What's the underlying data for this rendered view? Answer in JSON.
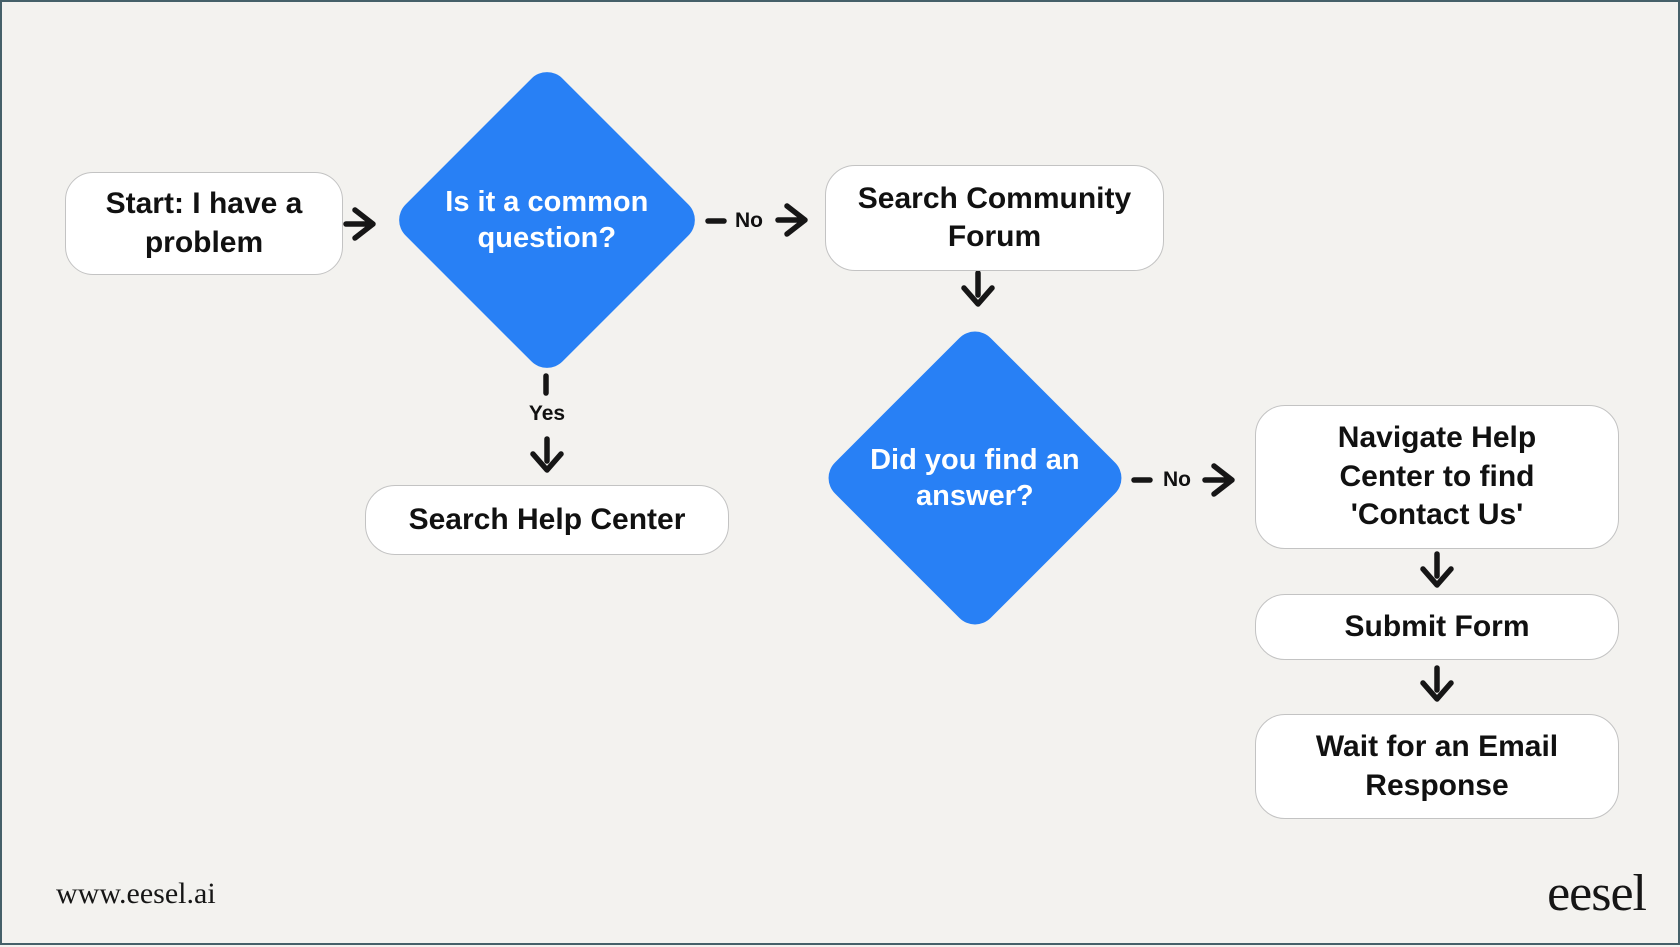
{
  "colors": {
    "background": "#f3f2ef",
    "frame": "#456069",
    "node_fill": "#ffffff",
    "node_border": "#c3c3c3",
    "decision_fill": "#2880f5",
    "decision_text": "#ffffff",
    "text": "#111111",
    "arrow": "#161616"
  },
  "flowchart": {
    "nodes": [
      {
        "id": "start",
        "type": "process",
        "label": "Start: I have a problem"
      },
      {
        "id": "q1",
        "type": "decision",
        "label": "Is it a common question?"
      },
      {
        "id": "forum",
        "type": "process",
        "label": "Search Community Forum"
      },
      {
        "id": "help",
        "type": "process",
        "label": "Search Help Center"
      },
      {
        "id": "q2",
        "type": "decision",
        "label": "Did you find an answer?"
      },
      {
        "id": "navigate",
        "type": "process",
        "label": "Navigate Help Center to find 'Contact Us'"
      },
      {
        "id": "submit",
        "type": "process",
        "label": "Submit Form"
      },
      {
        "id": "wait",
        "type": "process",
        "label": "Wait for an Email Response"
      }
    ],
    "edges": [
      {
        "from": "start",
        "to": "q1",
        "label": ""
      },
      {
        "from": "q1",
        "to": "forum",
        "label": "No"
      },
      {
        "from": "q1",
        "to": "help",
        "label": "Yes"
      },
      {
        "from": "forum",
        "to": "q2",
        "label": ""
      },
      {
        "from": "q2",
        "to": "navigate",
        "label": "No"
      },
      {
        "from": "navigate",
        "to": "submit",
        "label": ""
      },
      {
        "from": "submit",
        "to": "wait",
        "label": ""
      }
    ]
  },
  "footer": {
    "url": "www.eesel.ai",
    "brand": "eesel"
  }
}
